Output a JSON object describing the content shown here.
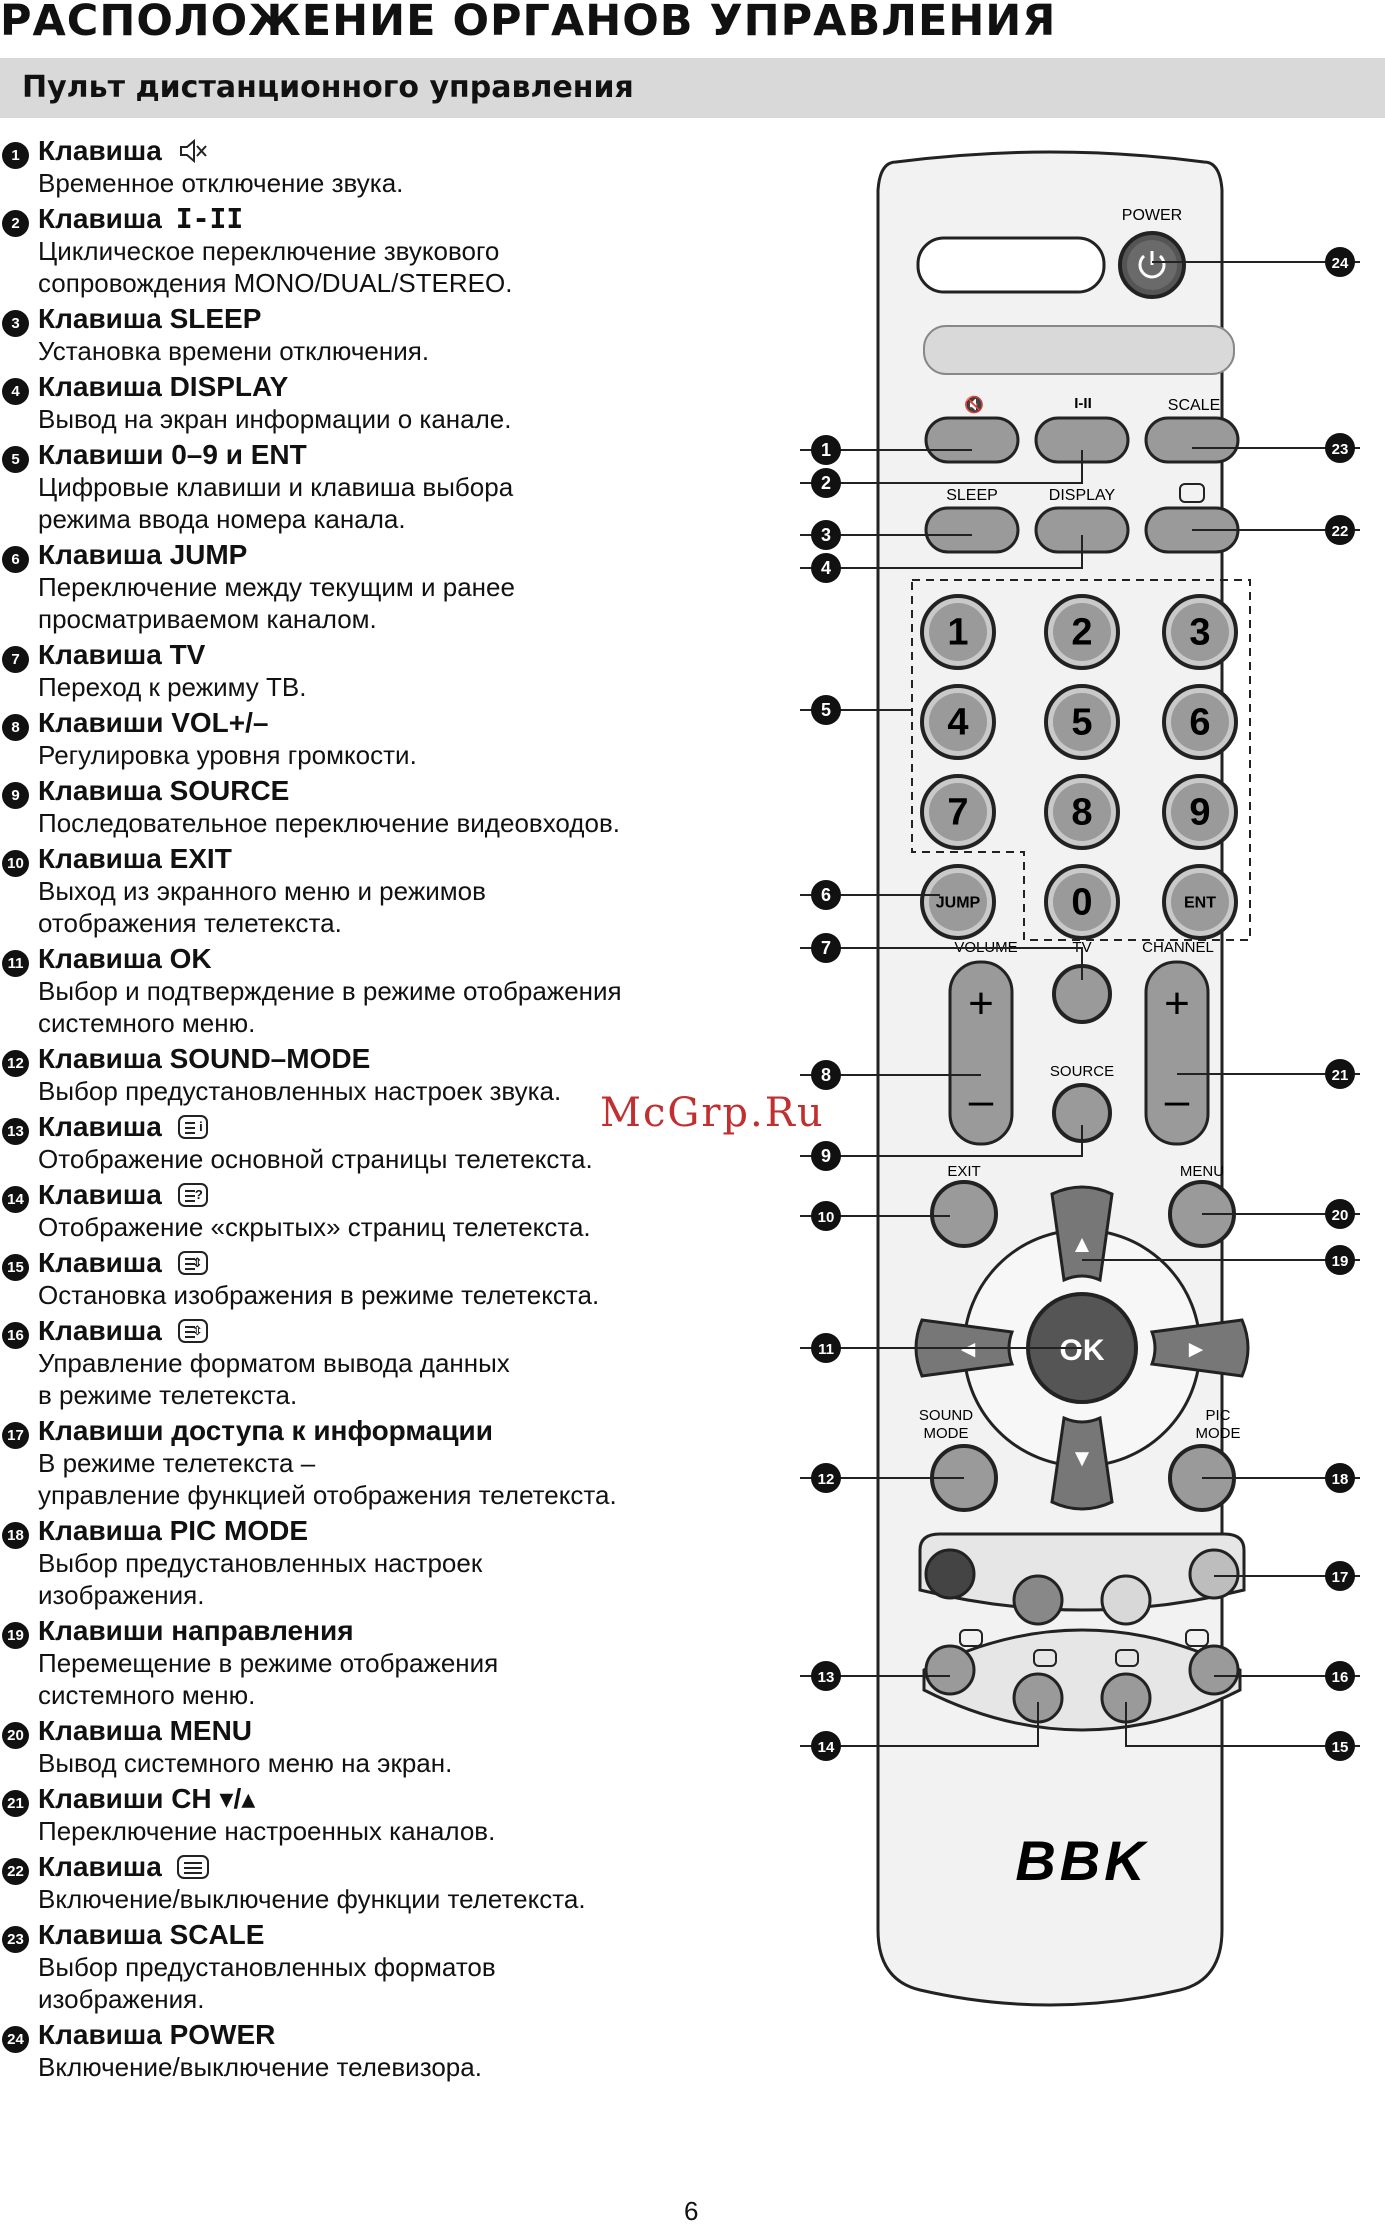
{
  "header": {
    "title": "РАСПОЛОЖЕНИЕ ОРГАНОВ УПРАВЛЕНИЯ",
    "section": "Пульт дистанционного управления"
  },
  "items": [
    {
      "num": "1",
      "title": "Клавиша",
      "icon": "mute-icon",
      "desc": "Временное отключение звука."
    },
    {
      "num": "2",
      "title": "Клавиша",
      "key": "I-II",
      "desc": "Циклическое переключение звукового\nсопровождения MONO/DUAL/STEREO."
    },
    {
      "num": "3",
      "title": "Клавиша SLEEP",
      "desc": "Установка времени отключения."
    },
    {
      "num": "4",
      "title": "Клавиша DISPLAY",
      "desc": "Вывод на экран информации о канале."
    },
    {
      "num": "5",
      "title": "Клавиши 0–9 и ENT",
      "desc": "Цифровые клавиши и клавиша выбора\nрежима ввода номера канала."
    },
    {
      "num": "6",
      "title": "Клавиша JUMP",
      "desc": "Переключение между текущим и ранее\nпросматриваемом каналом."
    },
    {
      "num": "7",
      "title": "Клавиша TV",
      "desc": "Переход к режиму ТВ."
    },
    {
      "num": "8",
      "title": "Клавиши VOL+/–",
      "desc": "Регулировка уровня громкости."
    },
    {
      "num": "9",
      "title": "Клавиша SOURCE",
      "desc": "Последовательное переключение видеовходов."
    },
    {
      "num": "10",
      "title": "Клавиша EXIT",
      "desc": "Выход из экранного меню и режимов\nотображения телетекста."
    },
    {
      "num": "11",
      "title": "Клавиша OK",
      "desc": "Выбор и подтверждение в режиме отображения\nсистемного меню."
    },
    {
      "num": "12",
      "title": "Клавиша SOUND–MODE",
      "desc": "Выбор предустановленных настроек звука."
    },
    {
      "num": "13",
      "title": "Клавиша",
      "icon": "teletext-index-icon",
      "desc": "Отображение основной страницы телетекста."
    },
    {
      "num": "14",
      "title": "Клавиша",
      "icon": "teletext-reveal-icon",
      "desc": "Отображение «скрытых» страниц телетекста."
    },
    {
      "num": "15",
      "title": "Клавиша",
      "icon": "teletext-hold-icon",
      "desc": "Остановка изображения в режиме телетекста."
    },
    {
      "num": "16",
      "title": "Клавиша",
      "icon": "teletext-size-icon",
      "desc": "Управление форматом вывода данных\nв режиме телетекста."
    },
    {
      "num": "17",
      "title": "Клавиши доступа к информации",
      "desc": "В режиме телетекста –\nуправление функцией отображения телетекста."
    },
    {
      "num": "18",
      "title": "Клавиша PIC MODE",
      "desc": "Выбор предустановленных настроек\nизображения."
    },
    {
      "num": "19",
      "title": "Клавиши направления",
      "desc": "Перемещение в режиме отображения\nсистемного меню."
    },
    {
      "num": "20",
      "title": "Клавиша MENU",
      "desc": "Вывод системного меню на экран."
    },
    {
      "num": "21",
      "title": "Клавиши CH ▾/▴",
      "desc": "Переключение настроенных каналов."
    },
    {
      "num": "22",
      "title": "Клавиша",
      "icon": "teletext-icon",
      "desc": "Включение/выключение функции телетекста."
    },
    {
      "num": "23",
      "title": "Клавиша SCALE",
      "desc": "Выбор предустановленных форматов\nизображения."
    },
    {
      "num": "24",
      "title": "Клавиша POWER",
      "desc": "Включение/выключение телевизора."
    }
  ],
  "remote": {
    "labels": {
      "power": "POWER",
      "i_ii": "I-II",
      "scale": "SCALE",
      "sleep": "SLEEP",
      "display": "DISPLAY",
      "volume": "VOLUME",
      "tv": "TV",
      "channel": "CHANNEL",
      "source": "SOURCE",
      "exit": "EXIT",
      "menu": "MENU",
      "sound_mode_1": "SOUND",
      "sound_mode_2": "MODE",
      "pic_mode_1": "PIC",
      "pic_mode_2": "MODE",
      "ok": "OK",
      "jump": "JUMP",
      "ent": "ENT",
      "brand": "BBK",
      "plus": "+",
      "minus": "–"
    },
    "digits": [
      "1",
      "2",
      "3",
      "4",
      "5",
      "6",
      "7",
      "8",
      "9",
      "0"
    ],
    "callouts": [
      "1",
      "2",
      "3",
      "4",
      "5",
      "6",
      "7",
      "8",
      "9",
      "10",
      "11",
      "12",
      "13",
      "14",
      "15",
      "16",
      "17",
      "18",
      "19",
      "20",
      "21",
      "22",
      "23",
      "24"
    ]
  },
  "watermark": "McGrp.Ru",
  "page_number": "6"
}
